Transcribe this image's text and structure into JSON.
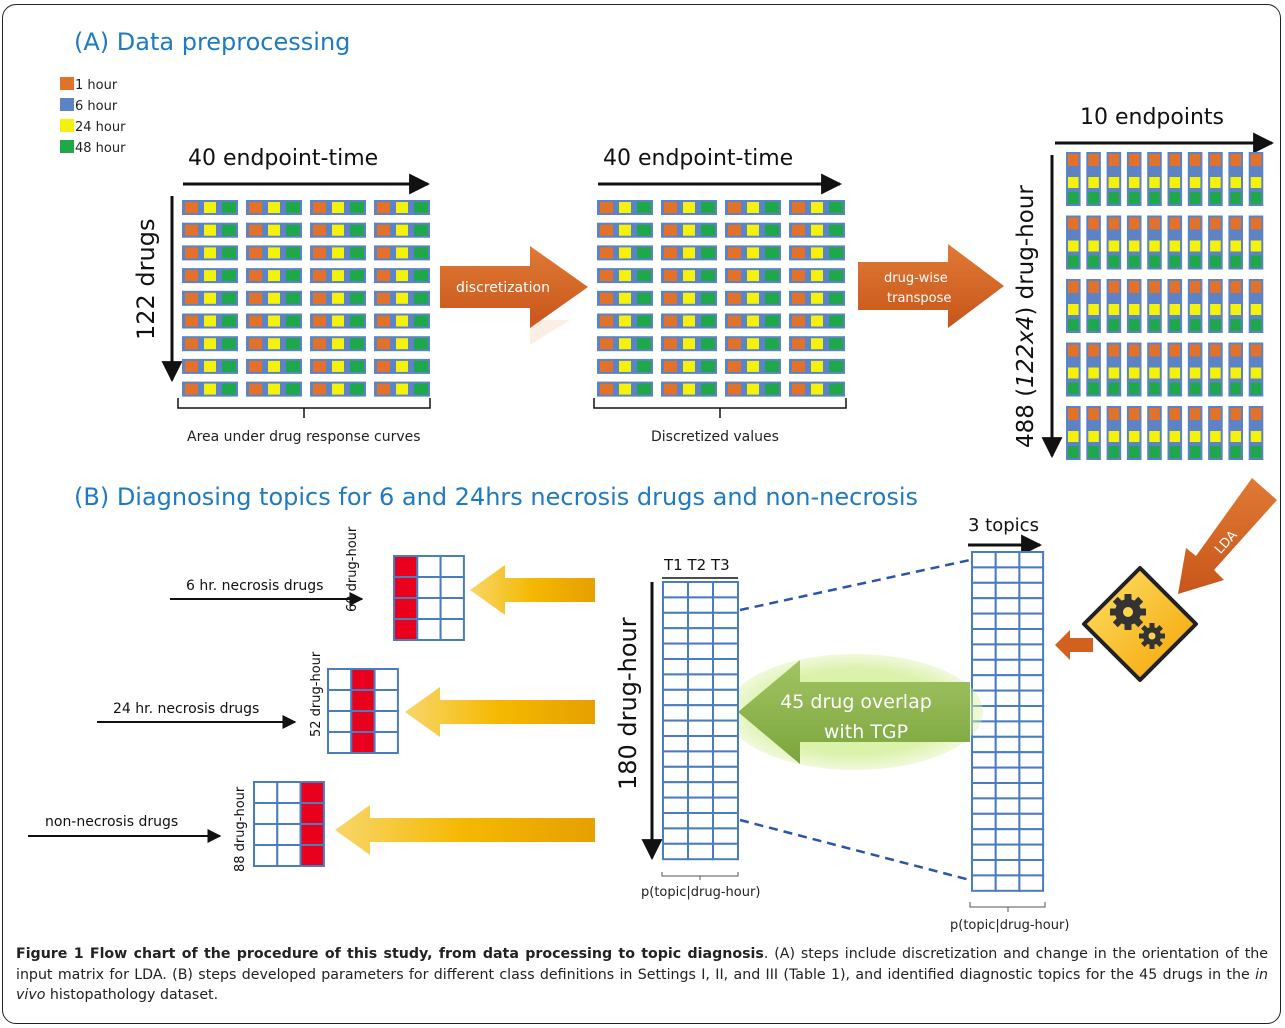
{
  "panelA": {
    "title": "(A) Data preprocessing",
    "legend": [
      {
        "label": "1 hour",
        "color": "#e2722a"
      },
      {
        "label": "6 hour",
        "color": "#5b83c5"
      },
      {
        "label": "24 hour",
        "color": "#f4f20a"
      },
      {
        "label": "48 hour",
        "color": "#1fa84a"
      }
    ],
    "matrix1": {
      "top_label": "40 endpoint-time",
      "side_label": "122 drugs",
      "bottom_label": "Area under drug response curves"
    },
    "arrow1": "discretization",
    "matrix2": {
      "top_label": "40 endpoint-time",
      "bottom_label": "Discretized values"
    },
    "arrow2_line1": "drug-wise",
    "arrow2_line2": "transpose",
    "matrix3": {
      "top_label": "10 endpoints",
      "side_label_prefix": "488 (",
      "side_label_italic": "122x4",
      "side_label_suffix": ") drug-hour"
    }
  },
  "panelB": {
    "title": "(B) Diagnosing topics for 6 and 24hrs necrosis drugs and non-necrosis",
    "lda_label": "LDA",
    "topics_label": "3 topics",
    "big_grid_bottom": "p(topic|drug-hour)",
    "mid_grid_header": "T1 T2 T3",
    "mid_grid_side": "180 drug-hour",
    "mid_grid_bottom": "p(topic|drug-hour)",
    "overlap_line1": "45 drug overlap",
    "overlap_line2": "with TGP",
    "groups": [
      {
        "label": "6 hr. necrosis drugs",
        "count": "60 drug-hour"
      },
      {
        "label": "24 hr. necrosis drugs",
        "count": "52 drug-hour"
      },
      {
        "label": "non-necrosis drugs",
        "count": "88 drug-hour"
      }
    ]
  },
  "colors": {
    "blue": "#4a7cc0",
    "orange": "#e2722a",
    "yellow": "#f4f20a",
    "green": "#1fa84a",
    "red": "#e8001c",
    "gold": "#f5b800",
    "olive": "#8cb24a",
    "title_blue": "#1f7ac2"
  },
  "caption": {
    "bold": "Figure 1 Flow chart of the procedure of this study, from data processing to topic diagnosis",
    "text1": ". (A) steps include discretization and change in the orientation of the input matrix for LDA. (B) steps developed parameters for different class definitions in Settings I, II, and III (Table 1), and identified diagnostic topics for the 45 drugs in the ",
    "italic": "in vivo",
    "text2": " histopathology dataset."
  }
}
